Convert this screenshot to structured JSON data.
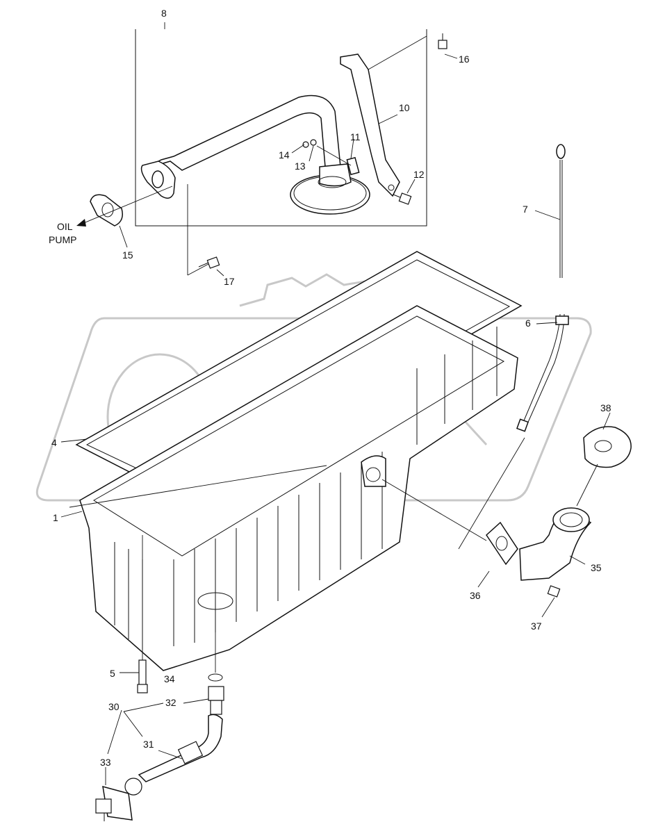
{
  "diagram": {
    "callouts": [
      {
        "id": "c8",
        "text": "8"
      },
      {
        "id": "c16",
        "text": "16"
      },
      {
        "id": "c10",
        "text": "10"
      },
      {
        "id": "c11",
        "text": "11"
      },
      {
        "id": "c14",
        "text": "14"
      },
      {
        "id": "c13",
        "text": "13"
      },
      {
        "id": "c12",
        "text": "12"
      },
      {
        "id": "c7",
        "text": "7"
      },
      {
        "id": "c15",
        "text": "15"
      },
      {
        "id": "c17",
        "text": "17"
      },
      {
        "id": "c6",
        "text": "6"
      },
      {
        "id": "c4",
        "text": "4"
      },
      {
        "id": "c38",
        "text": "38"
      },
      {
        "id": "c1",
        "text": "1"
      },
      {
        "id": "c35",
        "text": "35"
      },
      {
        "id": "c36",
        "text": "36"
      },
      {
        "id": "c37",
        "text": "37"
      },
      {
        "id": "c5",
        "text": "5"
      },
      {
        "id": "c34",
        "text": "34"
      },
      {
        "id": "c32",
        "text": "32"
      },
      {
        "id": "c30",
        "text": "30"
      },
      {
        "id": "c31",
        "text": "31"
      },
      {
        "id": "c33",
        "text": "33"
      }
    ],
    "oil_pump_label": [
      "OIL",
      "PUMP"
    ],
    "watermark_text": "ODEX",
    "line_color": "#111111",
    "watermark_color": "#c8c8c8"
  }
}
